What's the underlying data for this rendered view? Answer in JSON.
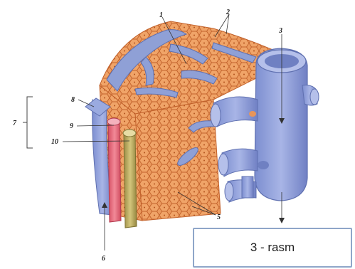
{
  "labels": {
    "l1": "1",
    "l2": "2",
    "l3": "3",
    "l5": "5",
    "l6": "6",
    "l7": "7",
    "l8": "8",
    "l9": "9",
    "l10": "10"
  },
  "caption": "3 - rasm",
  "colors": {
    "tissue": "#e8955a",
    "cell_border": "#c2622c",
    "vessel_blue": "#8fa0d6",
    "vessel_blue_dark": "#6d7fbf",
    "artery_red": "#e36a7a",
    "duct_olive": "#b7a860"
  }
}
